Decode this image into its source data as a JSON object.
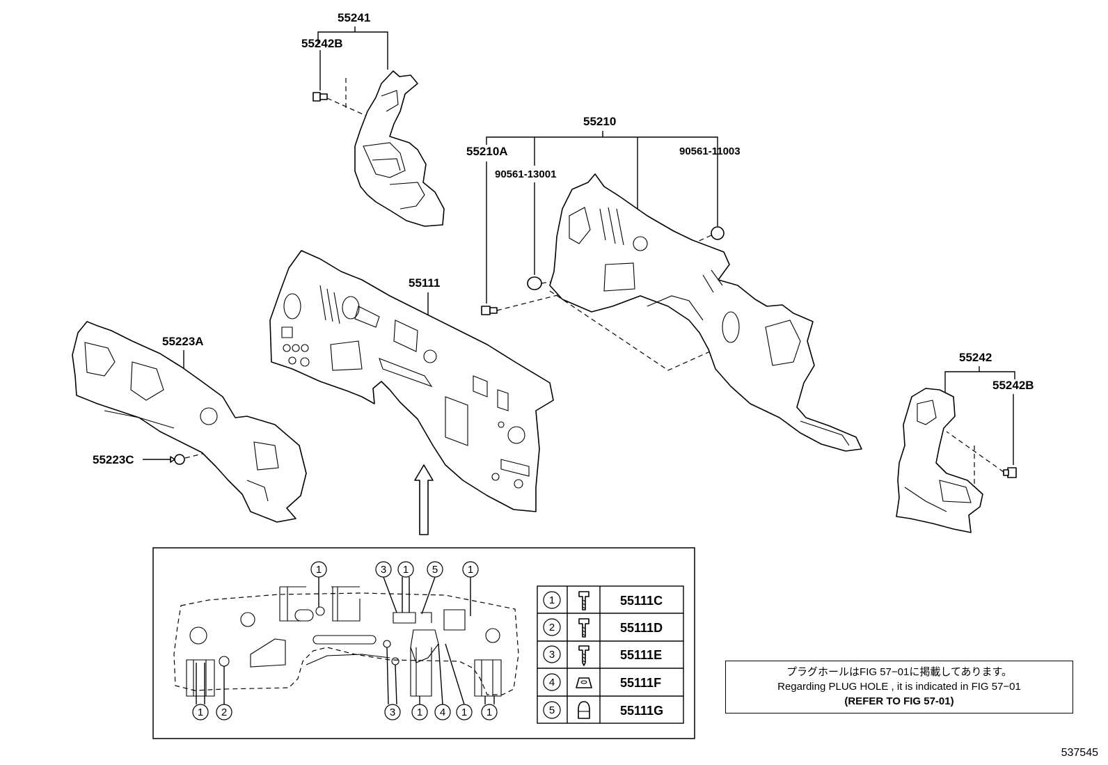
{
  "parts": {
    "p55241": "55241",
    "p55242B_top": "55242B",
    "p55210": "55210",
    "p55210A": "55210A",
    "p90561_13001": "90561-13001",
    "p90561_11003": "90561-11003",
    "p55111": "55111",
    "p55223A": "55223A",
    "p55223C": "55223C",
    "p55242": "55242",
    "p55242B_right": "55242B"
  },
  "detail_callouts": {
    "top": [
      "1",
      "3",
      "1",
      "5",
      "1"
    ],
    "bottom": [
      "1",
      "2",
      "3",
      "1",
      "4",
      "1",
      "1"
    ]
  },
  "legend": [
    {
      "num": "1",
      "icon": "bolt-icon",
      "part": "55111C"
    },
    {
      "num": "2",
      "icon": "bolt-icon",
      "part": "55111D"
    },
    {
      "num": "3",
      "icon": "screw-icon",
      "part": "55111E"
    },
    {
      "num": "4",
      "icon": "clip-nut-icon",
      "part": "55111F"
    },
    {
      "num": "5",
      "icon": "cap-nut-icon",
      "part": "55111G"
    }
  ],
  "note": {
    "line1": "プラグホールはFIG 57−01に掲載してあります。",
    "line2": "Regarding PLUG HOLE , it is indicated in FIG 57−01",
    "line3": "(REFER TO FIG 57-01)"
  },
  "figure_id": "537545"
}
